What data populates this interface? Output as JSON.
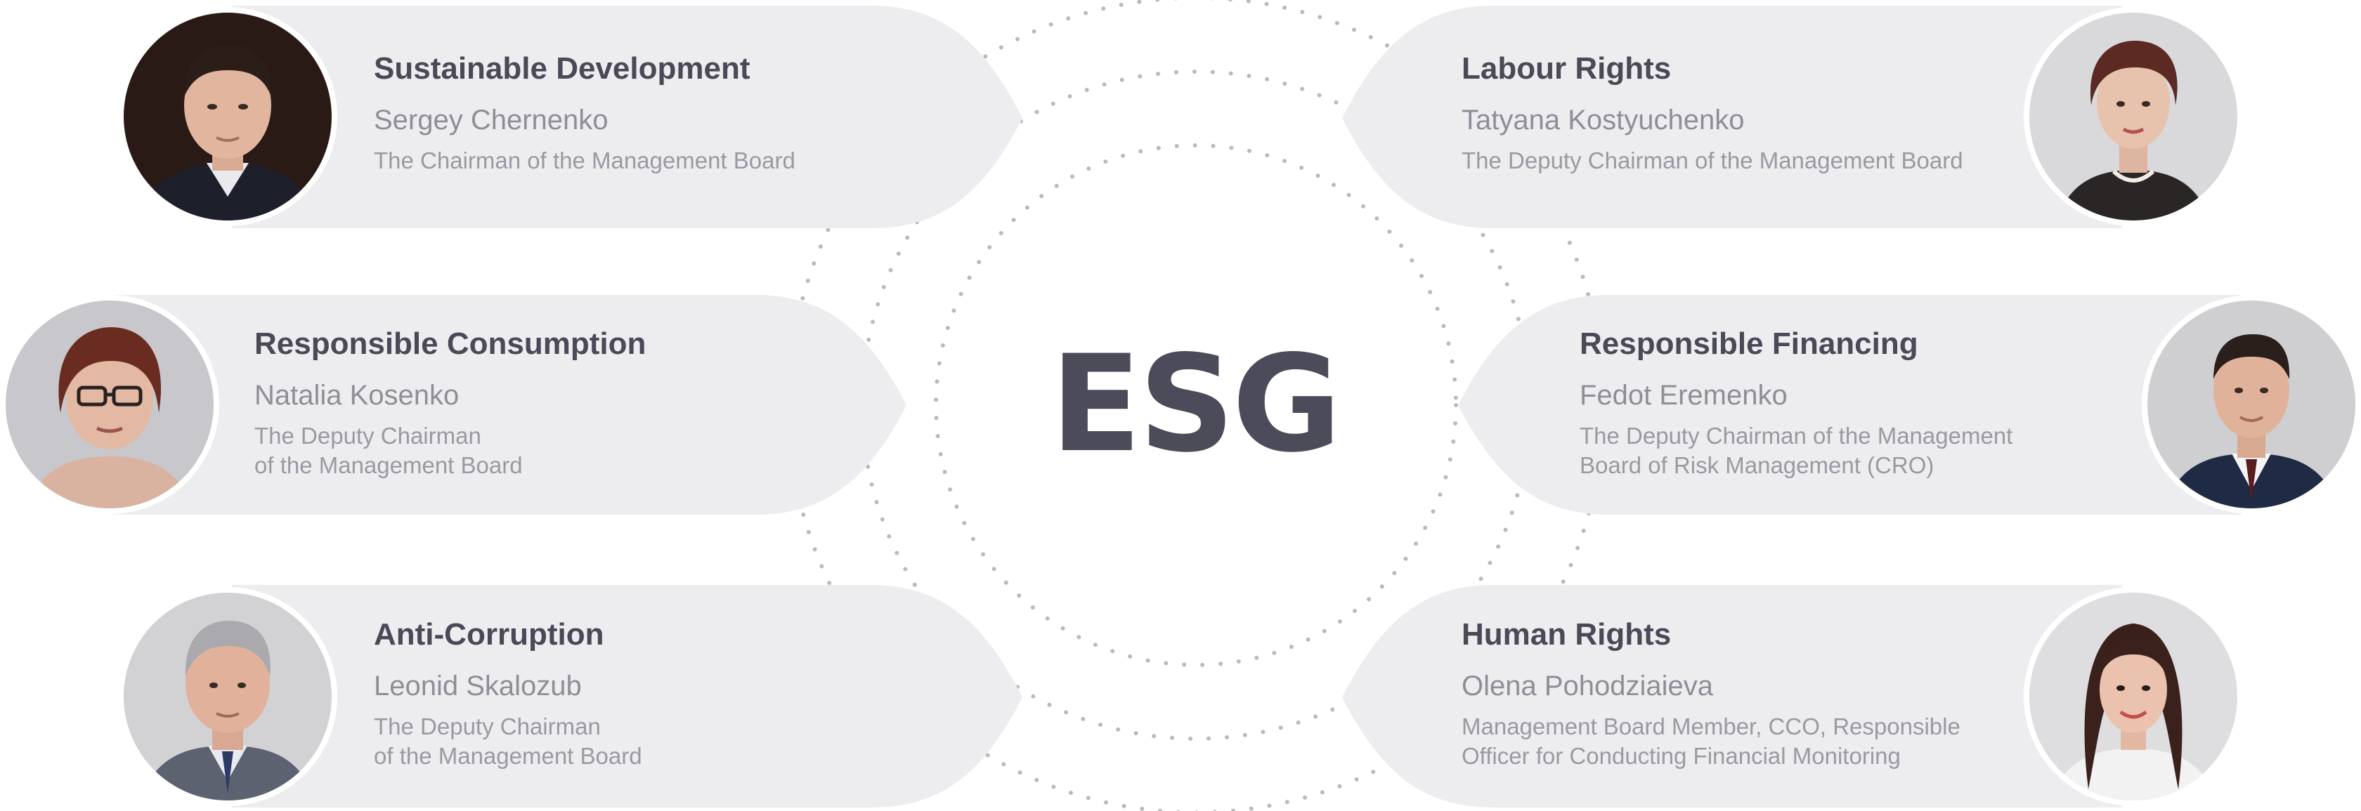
{
  "center": {
    "label": "ESG"
  },
  "cards": [
    {
      "topic": "Sustainable Development",
      "person": "Sergey Chernenko",
      "role_lines": [
        "The Chairman of the Management Board"
      ]
    },
    {
      "topic": "Labour Rights",
      "person": "Tatyana Kostyuchenko",
      "role_lines": [
        "The Deputy Chairman of the Management Board"
      ]
    },
    {
      "topic": "Responsible Consumption",
      "person": "Natalia Kosenko",
      "role_lines": [
        "The Deputy Chairman",
        "of the Management Board"
      ]
    },
    {
      "topic": "Responsible Financing",
      "person": "Fedot Eremenko",
      "role_lines": [
        "The Deputy Chairman of the Management",
        "Board of Risk Management (CRO)"
      ]
    },
    {
      "topic": "Anti-Corruption",
      "person": "Leonid Skalozub",
      "role_lines": [
        "The Deputy Chairman",
        "of the Management Board"
      ]
    },
    {
      "topic": "Human Rights",
      "person": "Olena Pohodziaieva",
      "role_lines": [
        "Management Board Member, CCO, Responsible",
        "Officer for Conducting Financial Monitoring"
      ]
    }
  ],
  "colors": {
    "card": "#ededef",
    "title": "#4a4957",
    "subtitle": "#8f8e98",
    "dots": "#b9b9c0"
  }
}
